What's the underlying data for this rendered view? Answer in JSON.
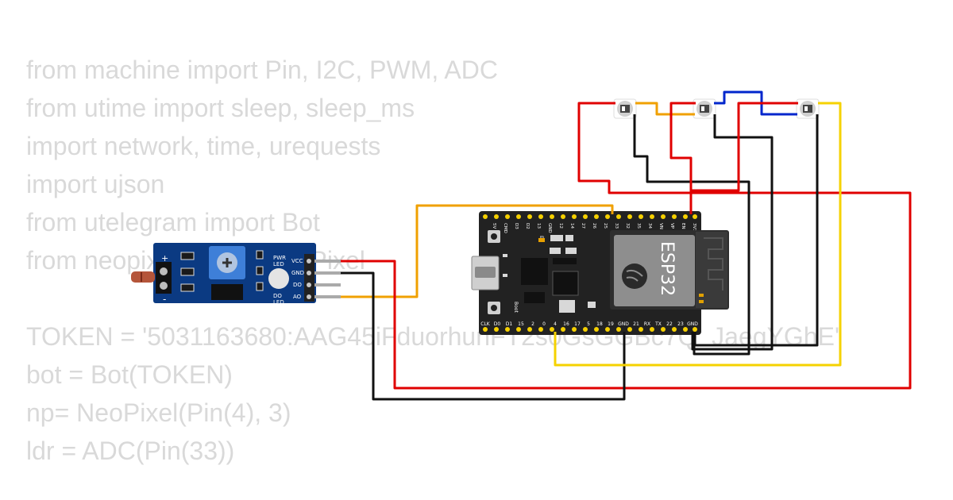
{
  "code_lines": [
    "from machine import Pin, I2C, PWM, ADC",
    "from utime import sleep, sleep_ms",
    "import network, time, urequests",
    "import ujson",
    "from utelegram import Bot",
    "from neopixel import NeoPixel",
    "",
    "TOKEN = '5031163680:AAG45iFduorhunFT2s0GsGGBc7Q_JaegYGhE'",
    "bot = Bot(TOKEN)",
    "np= NeoPixel(Pin(4), 3)",
    "ldr = ADC(Pin(33))"
  ],
  "esp32": {
    "chip_label": "ESP32",
    "top_pins": [
      "3V3",
      "EN",
      "VP",
      "VN",
      "34",
      "35",
      "32",
      "33",
      "25",
      "26",
      "27",
      "14",
      "12",
      "GND",
      "13",
      "D2",
      "D3",
      "CMD",
      "5V"
    ],
    "bottom_pins": [
      "CLK",
      "D0",
      "D1",
      "15",
      "2",
      "0",
      "4",
      "16",
      "17",
      "5",
      "18",
      "19",
      "GND",
      "21",
      "RX",
      "TX",
      "22",
      "23",
      "GND"
    ],
    "en_label": "EN",
    "boot_label": "Boot"
  },
  "ldr_module": {
    "plus_label": "+",
    "minus_label": "-",
    "pin_labels": [
      "VCC",
      "GND",
      "DO",
      "AO"
    ],
    "pwr_led_label": [
      "PWR",
      "LED"
    ],
    "do_led_label": [
      "DO",
      "LED"
    ]
  },
  "colors": {
    "wire_red": "#e00000",
    "wire_black": "#111111",
    "wire_orange": "#f0a000",
    "wire_yellow": "#f5d200",
    "wire_blue": "#0026cc",
    "board_black": "#222222",
    "module_blue": "#0b3a82",
    "code_text": "#d9d9d9"
  }
}
